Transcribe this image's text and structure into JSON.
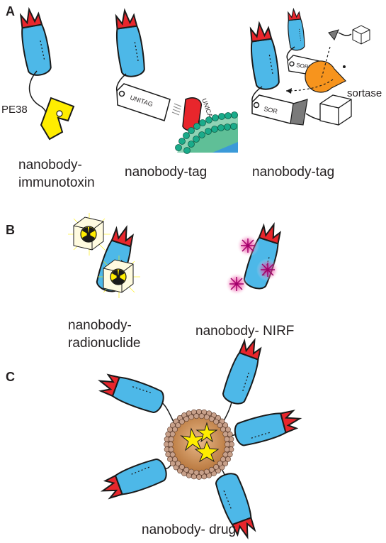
{
  "panels": {
    "a": "A",
    "b": "B",
    "c": "C"
  },
  "panel_a": {
    "pe38": "PE38",
    "unitag": "UNITAG",
    "unicar": "UNICAR",
    "sortag": "SORTAG",
    "sor": "SOR",
    "sortase": "sortase",
    "caption1_line1": "nanobody-",
    "caption1_line2": "immunotoxin",
    "caption2": "nanobody-tag",
    "caption3": "nanobody-tag"
  },
  "panel_b": {
    "caption1_line1": "nanobody-",
    "caption1_line2": "radionuclide",
    "caption2": "nanobody- NIRF"
  },
  "panel_c": {
    "caption": "nanobody- drug"
  },
  "colors": {
    "nanobody": "#4db8e8",
    "cdr": "#e8262c",
    "toxin": "#ffed00",
    "sortase": "#f7941d",
    "membrane": "#1aab8a",
    "nirf": "#e6007e",
    "liposome_core": "#c98a4a"
  }
}
